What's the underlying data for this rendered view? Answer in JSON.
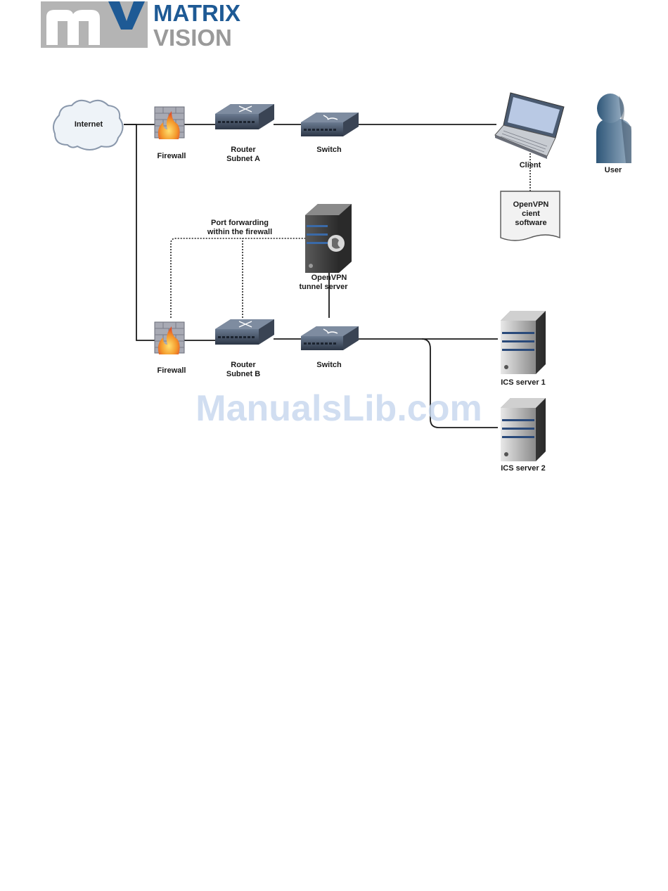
{
  "logo": {
    "mark": "mV",
    "line1": "MATRIX",
    "line2": "VISION"
  },
  "colors": {
    "brand_blue": "#1e5a95",
    "brand_grey": "#9a9a9a",
    "line": "#1a1a1a",
    "watermark": "#c9d9ef"
  },
  "nodes": {
    "internet": "Internet",
    "firewall_a": "Firewall",
    "router_a": [
      "Router",
      "Subnet A"
    ],
    "switch_a": "Switch",
    "client": "Client",
    "user": "User",
    "client_software": [
      "OpenVPN",
      "cient",
      "software"
    ],
    "port_forwarding": [
      "Port forwarding",
      "within the firewall"
    ],
    "tunnel_server": [
      "OpenVPN",
      "tunnel server"
    ],
    "firewall_b": "Firewall",
    "router_b": [
      "Router",
      "Subnet B"
    ],
    "switch_b": "Switch",
    "ics1": "ICS server 1",
    "ics2": "ICS server 2"
  },
  "icons": [
    "cloud-icon",
    "firewall-icon",
    "router-icon",
    "switch-icon",
    "laptop-icon",
    "user-icon",
    "document-icon",
    "server-icon"
  ],
  "watermark": "ManualsLib.com"
}
